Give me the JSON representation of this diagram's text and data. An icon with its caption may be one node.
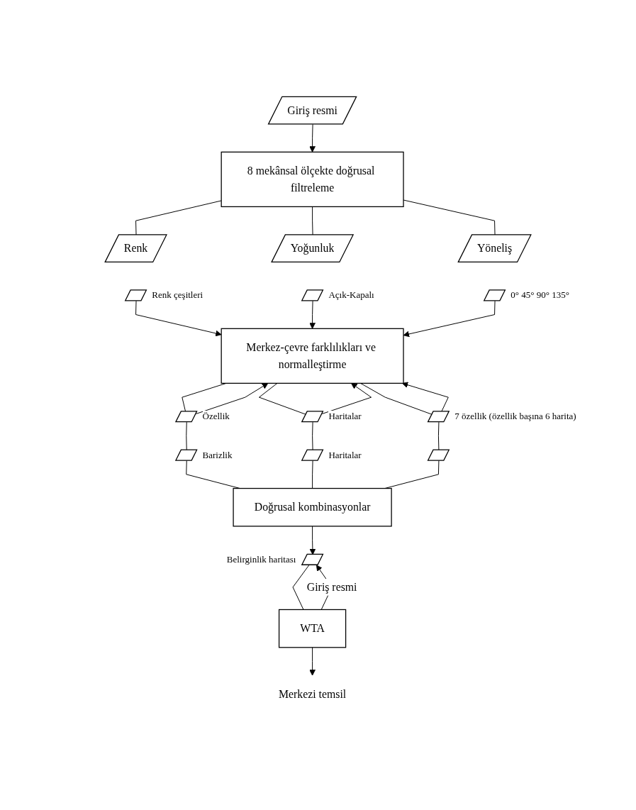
{
  "diagram": {
    "nodes": [
      {
        "text": [
          "Giriş resmi"
        ]
      },
      {
        "text": [
          "8 mekânsal ölçekte doğrusal filtreleme"
        ]
      },
      {
        "text": [
          "Renk"
        ]
      },
      {
        "text": [
          "Yoğunluk"
        ]
      },
      {
        "text": [
          "Yöneliş"
        ]
      },
      {
        "text": [],
        "shape": "parallelogram",
        "beside": [
          "Renk çeşitleri"
        ]
      },
      {
        "text": [],
        "shape": "parallelogram",
        "beside": [
          "Açık-Kapalı"
        ]
      },
      {
        "text": [],
        "shape": "parallelogram",
        "beside": [
          "0° 45° 90° 135°"
        ]
      },
      {
        "text": [
          "Merkez-çevre farklılıkları ve normalleştirme"
        ]
      },
      {
        "text": [],
        "shape": "parallelogram",
        "beside": [
          "Özellik"
        ]
      },
      {
        "text": [],
        "shape": "parallelogram",
        "beside": [
          "Haritalar"
        ]
      },
      {
        "text": [],
        "shape": "parallelogram",
        "beside": [
          "7 özellik (özellik başına 6 harita)"
        ]
      },
      {
        "text": [],
        "shape": "parallelogram",
        "beside": [
          "Barizlik"
        ]
      },
      {
        "text": [],
        "shape": "parallelogram",
        "beside": [
          "Haritalar"
        ]
      },
      {
        "text": [],
        "shape": "parallelogram"
      },
      {
        "text": [
          "Doğrusal kombinasyonlar"
        ]
      },
      {
        "text": [],
        "shape": "parallelogram",
        "beside": [
          "Belirginlik haritası"
        ]
      },
      {
        "text": [
          "WTA"
        ]
      },
      {
        "text": [
          "Merkezi temsil"
        ]
      }
    ],
    "edges": [
      {
        "from": 0,
        "to": 1,
        "arrow": "to"
      },
      {
        "from": 1,
        "to": 2,
        "arrow": "none"
      },
      {
        "from": 1,
        "to": 3,
        "arrow": "none"
      },
      {
        "from": 1,
        "to": 4,
        "arrow": "none"
      },
      {
        "from": 5,
        "to": 8,
        "arrow": "to"
      },
      {
        "from": 6,
        "to": 8,
        "arrow": "to"
      },
      {
        "from": 7,
        "to": 8,
        "arrow": "to"
      },
      {
        "from": 8,
        "to": 9,
        "arrow": "none"
      },
      {
        "from": 8,
        "to": 10,
        "arrow": "none"
      },
      {
        "from": 8,
        "to": 11,
        "arrow": "none"
      },
      {
        "from": 9,
        "to": 8,
        "arrow": "to"
      },
      {
        "from": 10,
        "to": 8,
        "arrow": "to"
      },
      {
        "from": 11,
        "to": 8,
        "arrow": "to"
      },
      {
        "from": 9,
        "to": 12,
        "arrow": "none"
      },
      {
        "from": 10,
        "to": 13,
        "arrow": "none"
      },
      {
        "from": 11,
        "to": 14,
        "arrow": "none"
      },
      {
        "from": 12,
        "to": 15,
        "arrow": "none"
      },
      {
        "from": 13,
        "to": 15,
        "arrow": "none"
      },
      {
        "from": 14,
        "to": 15,
        "arrow": "none"
      },
      {
        "from": 15,
        "to": 16,
        "arrow": "to"
      },
      {
        "from": 16,
        "to": 17,
        "arrow": "none"
      },
      {
        "from": 17,
        "to": 16,
        "arrow": "to",
        "label": "Giriş resmi"
      },
      {
        "from": 17,
        "to": 18,
        "arrow": "to"
      }
    ]
  }
}
